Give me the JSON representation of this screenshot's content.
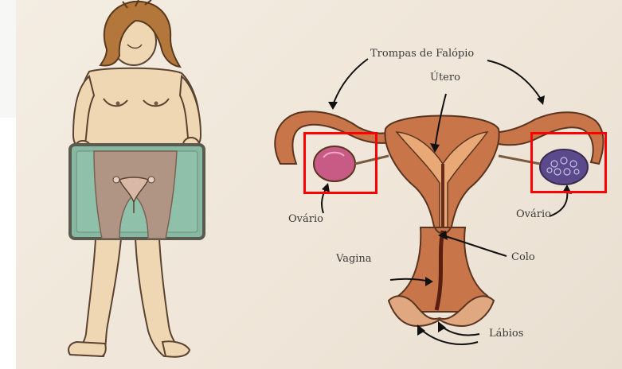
{
  "labels": {
    "tubes": "Trompas de Falópio",
    "uterus": "Útero",
    "ovary_left": "Ovário",
    "ovary_right": "Ovário",
    "cervix": "Colo",
    "vagina": "Vagina",
    "labia": "Lábios"
  },
  "colors": {
    "highlight": "#ff0000",
    "skin": "#f0d7b4",
    "hair": "#b3773c",
    "panel": "#86b8a2",
    "uterus": "#c9754a",
    "ovary_left": "#c85b86",
    "ovary_right": "#5a4a8c"
  }
}
